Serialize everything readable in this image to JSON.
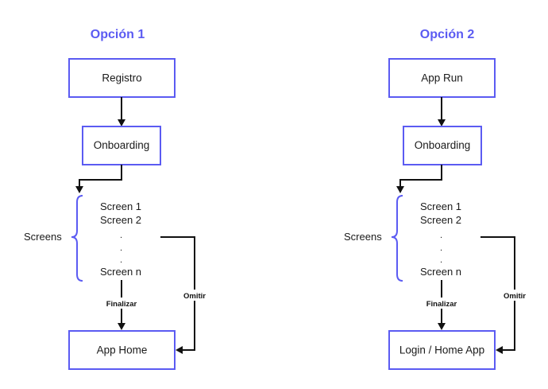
{
  "colors": {
    "accent": "#5b5bf2",
    "edge": "#111111",
    "text": "#1a1a1a"
  },
  "options": [
    {
      "title": "Opción 1",
      "box1": "Registro",
      "box2": "Onboarding",
      "screens_label": "Screens",
      "screen_items": [
        "Screen 1",
        "Screen 2"
      ],
      "dots": [
        ".",
        ".",
        "."
      ],
      "screen_last": "Screen n",
      "final_box": "App Home",
      "finish_label": "Finalizar",
      "skip_label": "Omitir"
    },
    {
      "title": "Opción 2",
      "box1": "App Run",
      "box2": "Onboarding",
      "screens_label": "Screens",
      "screen_items": [
        "Screen 1",
        "Screen 2"
      ],
      "dots": [
        ".",
        ".",
        "."
      ],
      "screen_last": "Screen n",
      "final_box": "Login / Home App",
      "finish_label": "Finalizar",
      "skip_label": "Omitir"
    }
  ]
}
